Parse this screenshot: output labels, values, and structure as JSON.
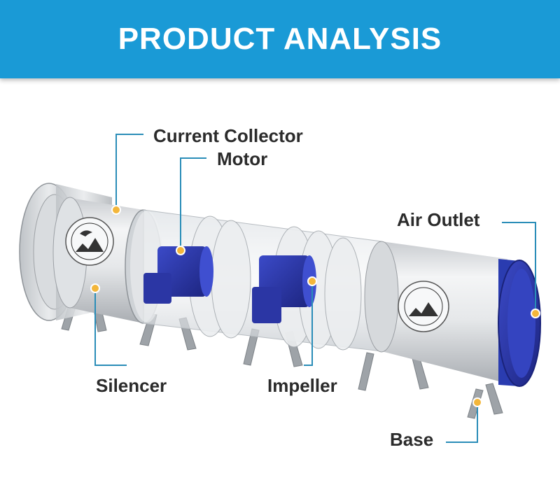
{
  "header": {
    "title": "PRODUCT ANALYSIS"
  },
  "labels": {
    "current_collector": "Current Collector",
    "motor": "Motor",
    "air_outlet": "Air Outlet",
    "silencer": "Silencer",
    "impeller": "Impeller",
    "base": "Base"
  },
  "colors": {
    "banner": "#1a9ad6",
    "callout_line": "#2a8db8",
    "marker": "#f3b63a",
    "motor_blue": "#26309a",
    "outlet_blue": "#2a3cb0"
  }
}
